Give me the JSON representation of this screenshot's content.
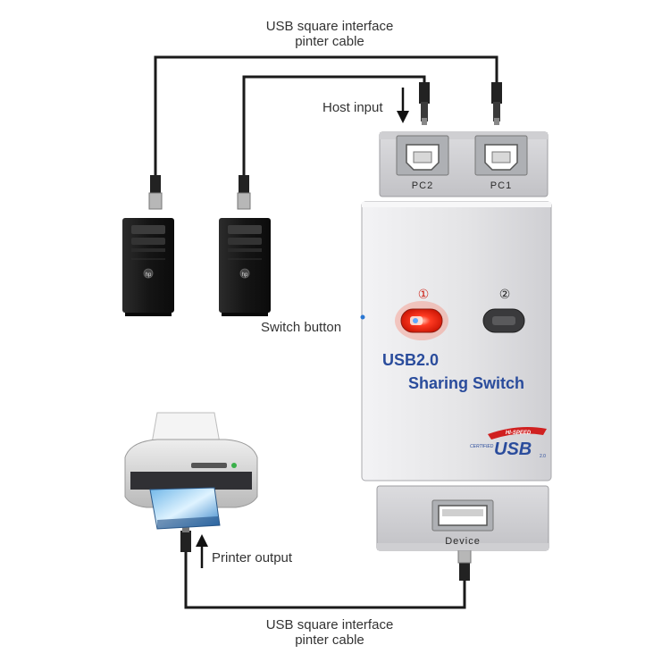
{
  "labels": {
    "top_cable_line1": "USB square interface",
    "top_cable_line2": "pinter cable",
    "host_input": "Host input",
    "switch_button": "Switch button",
    "printer_output": "Printer output",
    "bottom_cable_line1": "USB square interface",
    "bottom_cable_line2": "pinter cable"
  },
  "switch_box": {
    "title_line1": "USB2.0",
    "title_line2": "Sharing Switch",
    "button1_marker": "①",
    "button2_marker": "②",
    "logo_text": "USB",
    "logo_banner": "HI-SPEED",
    "logo_small": "CERTIFIED",
    "logo_tiny": "2.0"
  },
  "ports": {
    "pc2": "PC2",
    "pc1": "PC1",
    "device": "Device"
  },
  "computer_badge": "hp",
  "colors": {
    "cable": "#1a1a1a",
    "housing": "#e6e6e8",
    "title_blue": "#2a4c9c",
    "led_red": "#ff2a1a",
    "usb_logo_red": "#d02020"
  }
}
